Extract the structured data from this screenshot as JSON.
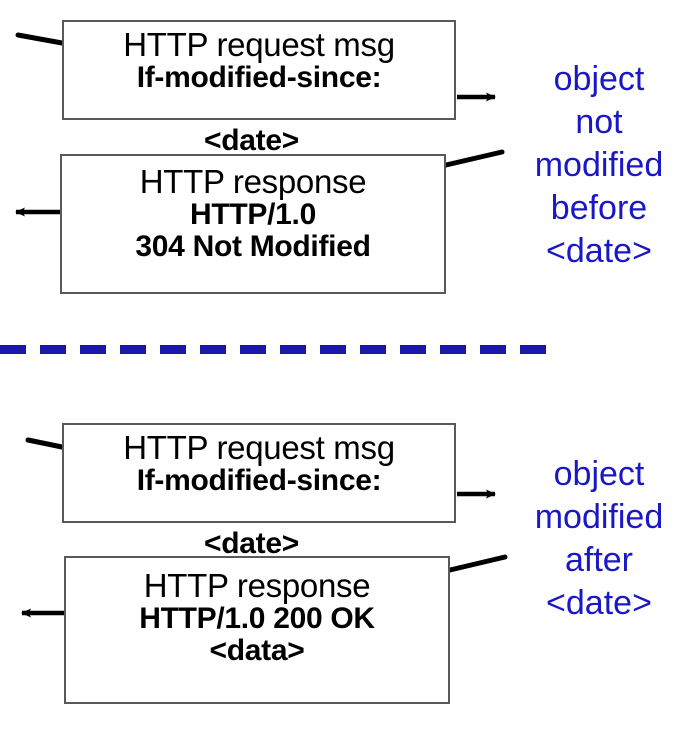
{
  "diagram": {
    "title": "Conditional GET: client-server HTTP caching exchange",
    "accent_blue": "#1a18c4",
    "divider_blue": "#1a18a8",
    "box_border": "#595959",
    "text_black": "#000000"
  },
  "sections": [
    {
      "id": "not-modified",
      "request_box": {
        "lines": [
          {
            "text": "HTTP request msg",
            "style": "regular"
          },
          {
            "text": "If-modified-since:",
            "style": "bold"
          }
        ]
      },
      "date_label": "<date>",
      "response_box": {
        "lines": [
          {
            "text": "HTTP response",
            "style": "regular"
          },
          {
            "text": "HTTP/1.0",
            "style": "bold"
          },
          {
            "text": "304 Not Modified",
            "style": "bold"
          }
        ]
      },
      "note_lines": [
        "object",
        "not",
        "modified",
        "before",
        "<date>"
      ]
    },
    {
      "id": "modified",
      "request_box": {
        "lines": [
          {
            "text": "HTTP request msg",
            "style": "regular"
          },
          {
            "text": "If-modified-since:",
            "style": "bold"
          }
        ]
      },
      "date_label": "<date>",
      "response_box": {
        "lines": [
          {
            "text": "HTTP response",
            "style": "regular"
          },
          {
            "text": "HTTP/1.0 200 OK",
            "style": "bold"
          },
          {
            "text": "<data>",
            "style": "bold"
          }
        ]
      },
      "note_lines": [
        "object",
        "modified",
        "after",
        "<date>"
      ]
    }
  ],
  "connectors": {
    "request_out_arrow": "arrow-right",
    "response_in_arrow": "arrow-left",
    "leader_line": "diagonal-leader-line"
  },
  "divider": {
    "style": "dashed",
    "orientation": "horizontal"
  }
}
